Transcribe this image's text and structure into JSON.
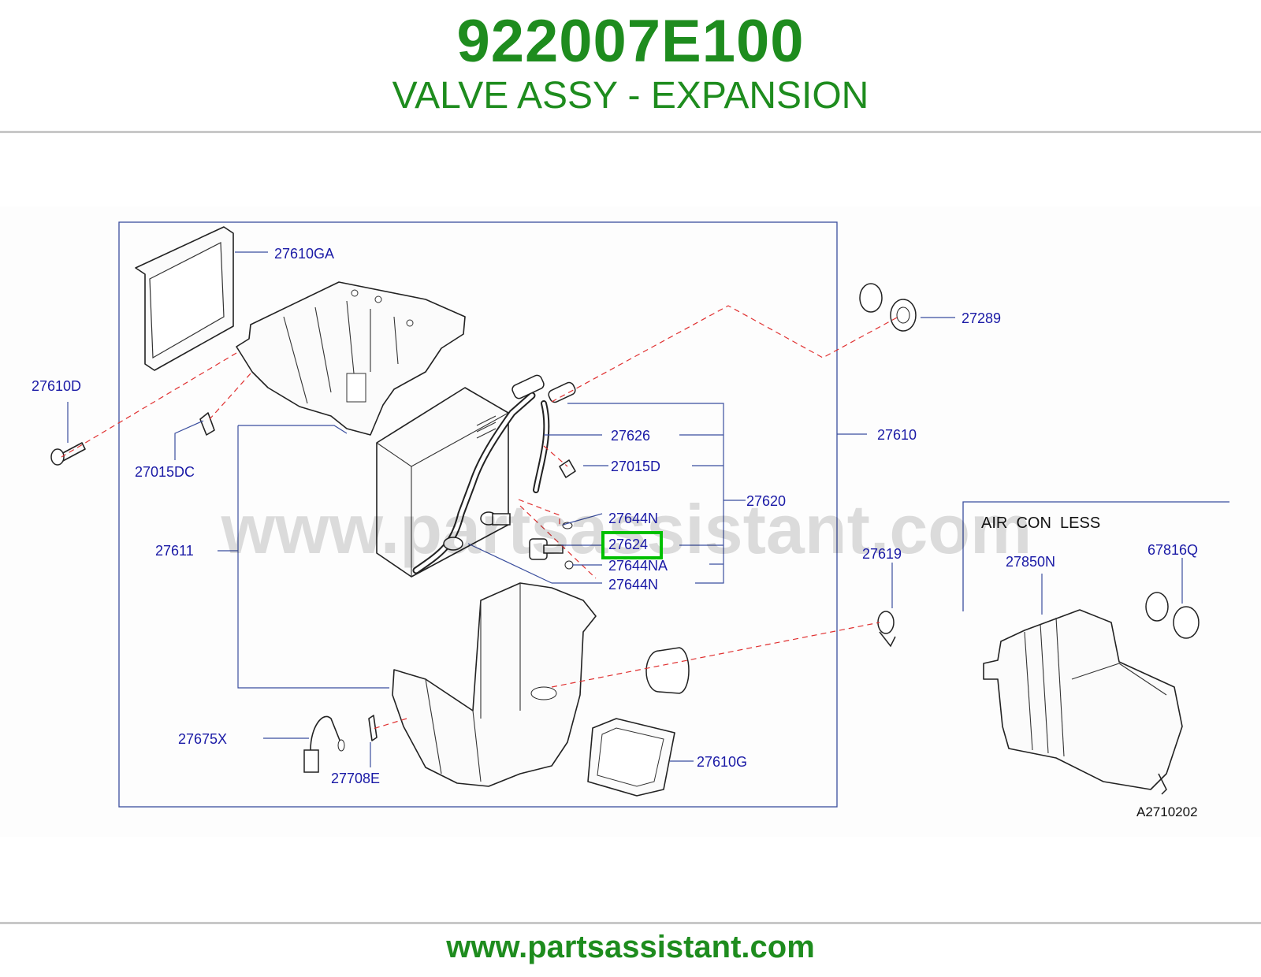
{
  "header": {
    "part_number": "922007E100",
    "part_name": "VALVE ASSY - EXPANSION"
  },
  "diagram": {
    "watermark": "www.partsassistant.com",
    "section_label": "AIR  CON  LESS",
    "figure_code": "A2710202",
    "highlight_color": "#00c000",
    "labels": {
      "l27610GA": "27610GA",
      "l27610D": "27610D",
      "l27015DC": "27015DC",
      "l27289": "27289",
      "l27610": "27610",
      "l27626": "27626",
      "l27015D": "27015D",
      "l27620": "27620",
      "l27644N_a": "27644N",
      "l27624": "27624",
      "l27644NA": "27644NA",
      "l27644N_b": "27644N",
      "l27611": "27611",
      "l27619": "27619",
      "l27850N": "27850N",
      "l67816Q": "67816Q",
      "l27675X": "27675X",
      "l27708E": "27708E",
      "l27610G": "27610G"
    }
  },
  "footer": {
    "url": "www.partsassistant.com"
  }
}
